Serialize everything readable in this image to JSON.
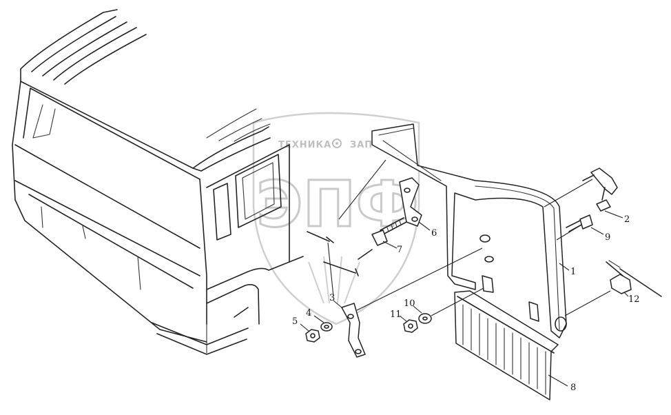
{
  "watermark": {
    "top_text_left": "ТЕХНИКА",
    "top_text_right": "ЗАПЧАСТИ",
    "big_letters": "ЭПФ",
    "icon": "gear-icon"
  },
  "callouts": {
    "c1": "1",
    "c2": "2",
    "c3": "3",
    "c4": "4",
    "c5": "5",
    "c6": "6",
    "c7": "7",
    "c8": "8",
    "c9": "9",
    "c10": "10",
    "c11": "11",
    "c12": "12"
  }
}
